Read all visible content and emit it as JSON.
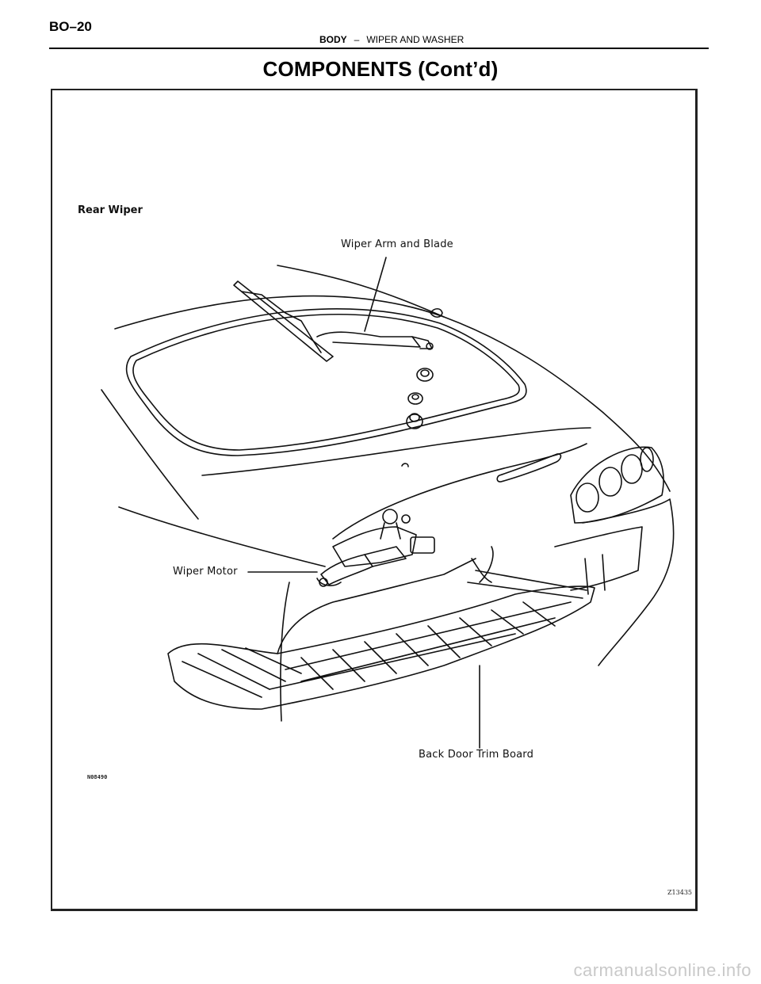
{
  "header": {
    "page_number": "BO–20",
    "section": "BODY",
    "dash": "–",
    "subsection": "WIPER AND WASHER"
  },
  "title": "COMPONENTS (Cont’d)",
  "figure": {
    "heading": "Rear Wiper",
    "callouts": {
      "wiper_arm": "Wiper Arm and Blade",
      "wiper_motor": "Wiper Motor",
      "trim_board": "Back Door Trim Board"
    },
    "code_left": "N08490",
    "code_right": "Z13435"
  },
  "watermark": "carmanualsonline.info"
}
